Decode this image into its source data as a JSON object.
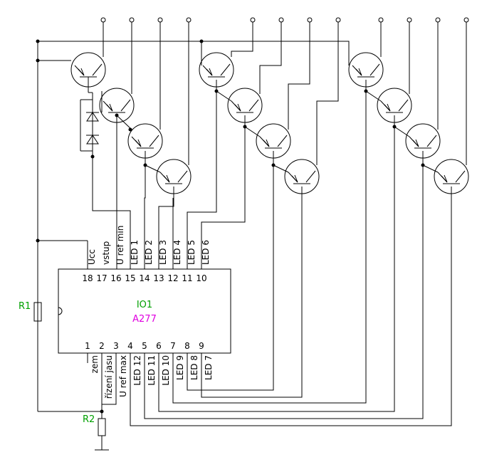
{
  "ic": {
    "name": "IO1",
    "type": "A277",
    "top_pins": [
      "18",
      "17",
      "16",
      "15",
      "14",
      "13",
      "12",
      "11",
      "10"
    ],
    "bottom_pins": [
      "1",
      "2",
      "3",
      "4",
      "5",
      "6",
      "7",
      "8",
      "9"
    ],
    "top_labels": [
      "Ucc",
      "vstup",
      "U ref min",
      "LED 1",
      "LED 2",
      "LED 3",
      "LED 4",
      "LED 5",
      "LED 6"
    ],
    "bottom_labels": [
      "zem",
      "řízení jasu",
      "U ref max",
      "LED 12",
      "LED 11",
      "LED 10",
      "LED 9",
      "LED 8",
      "LED 7"
    ]
  },
  "resistors": {
    "r1": "R1",
    "r2": "R2"
  },
  "colors": {
    "component_label": "#00a000",
    "ic_type": "#e000e0",
    "wire": "#000000"
  }
}
